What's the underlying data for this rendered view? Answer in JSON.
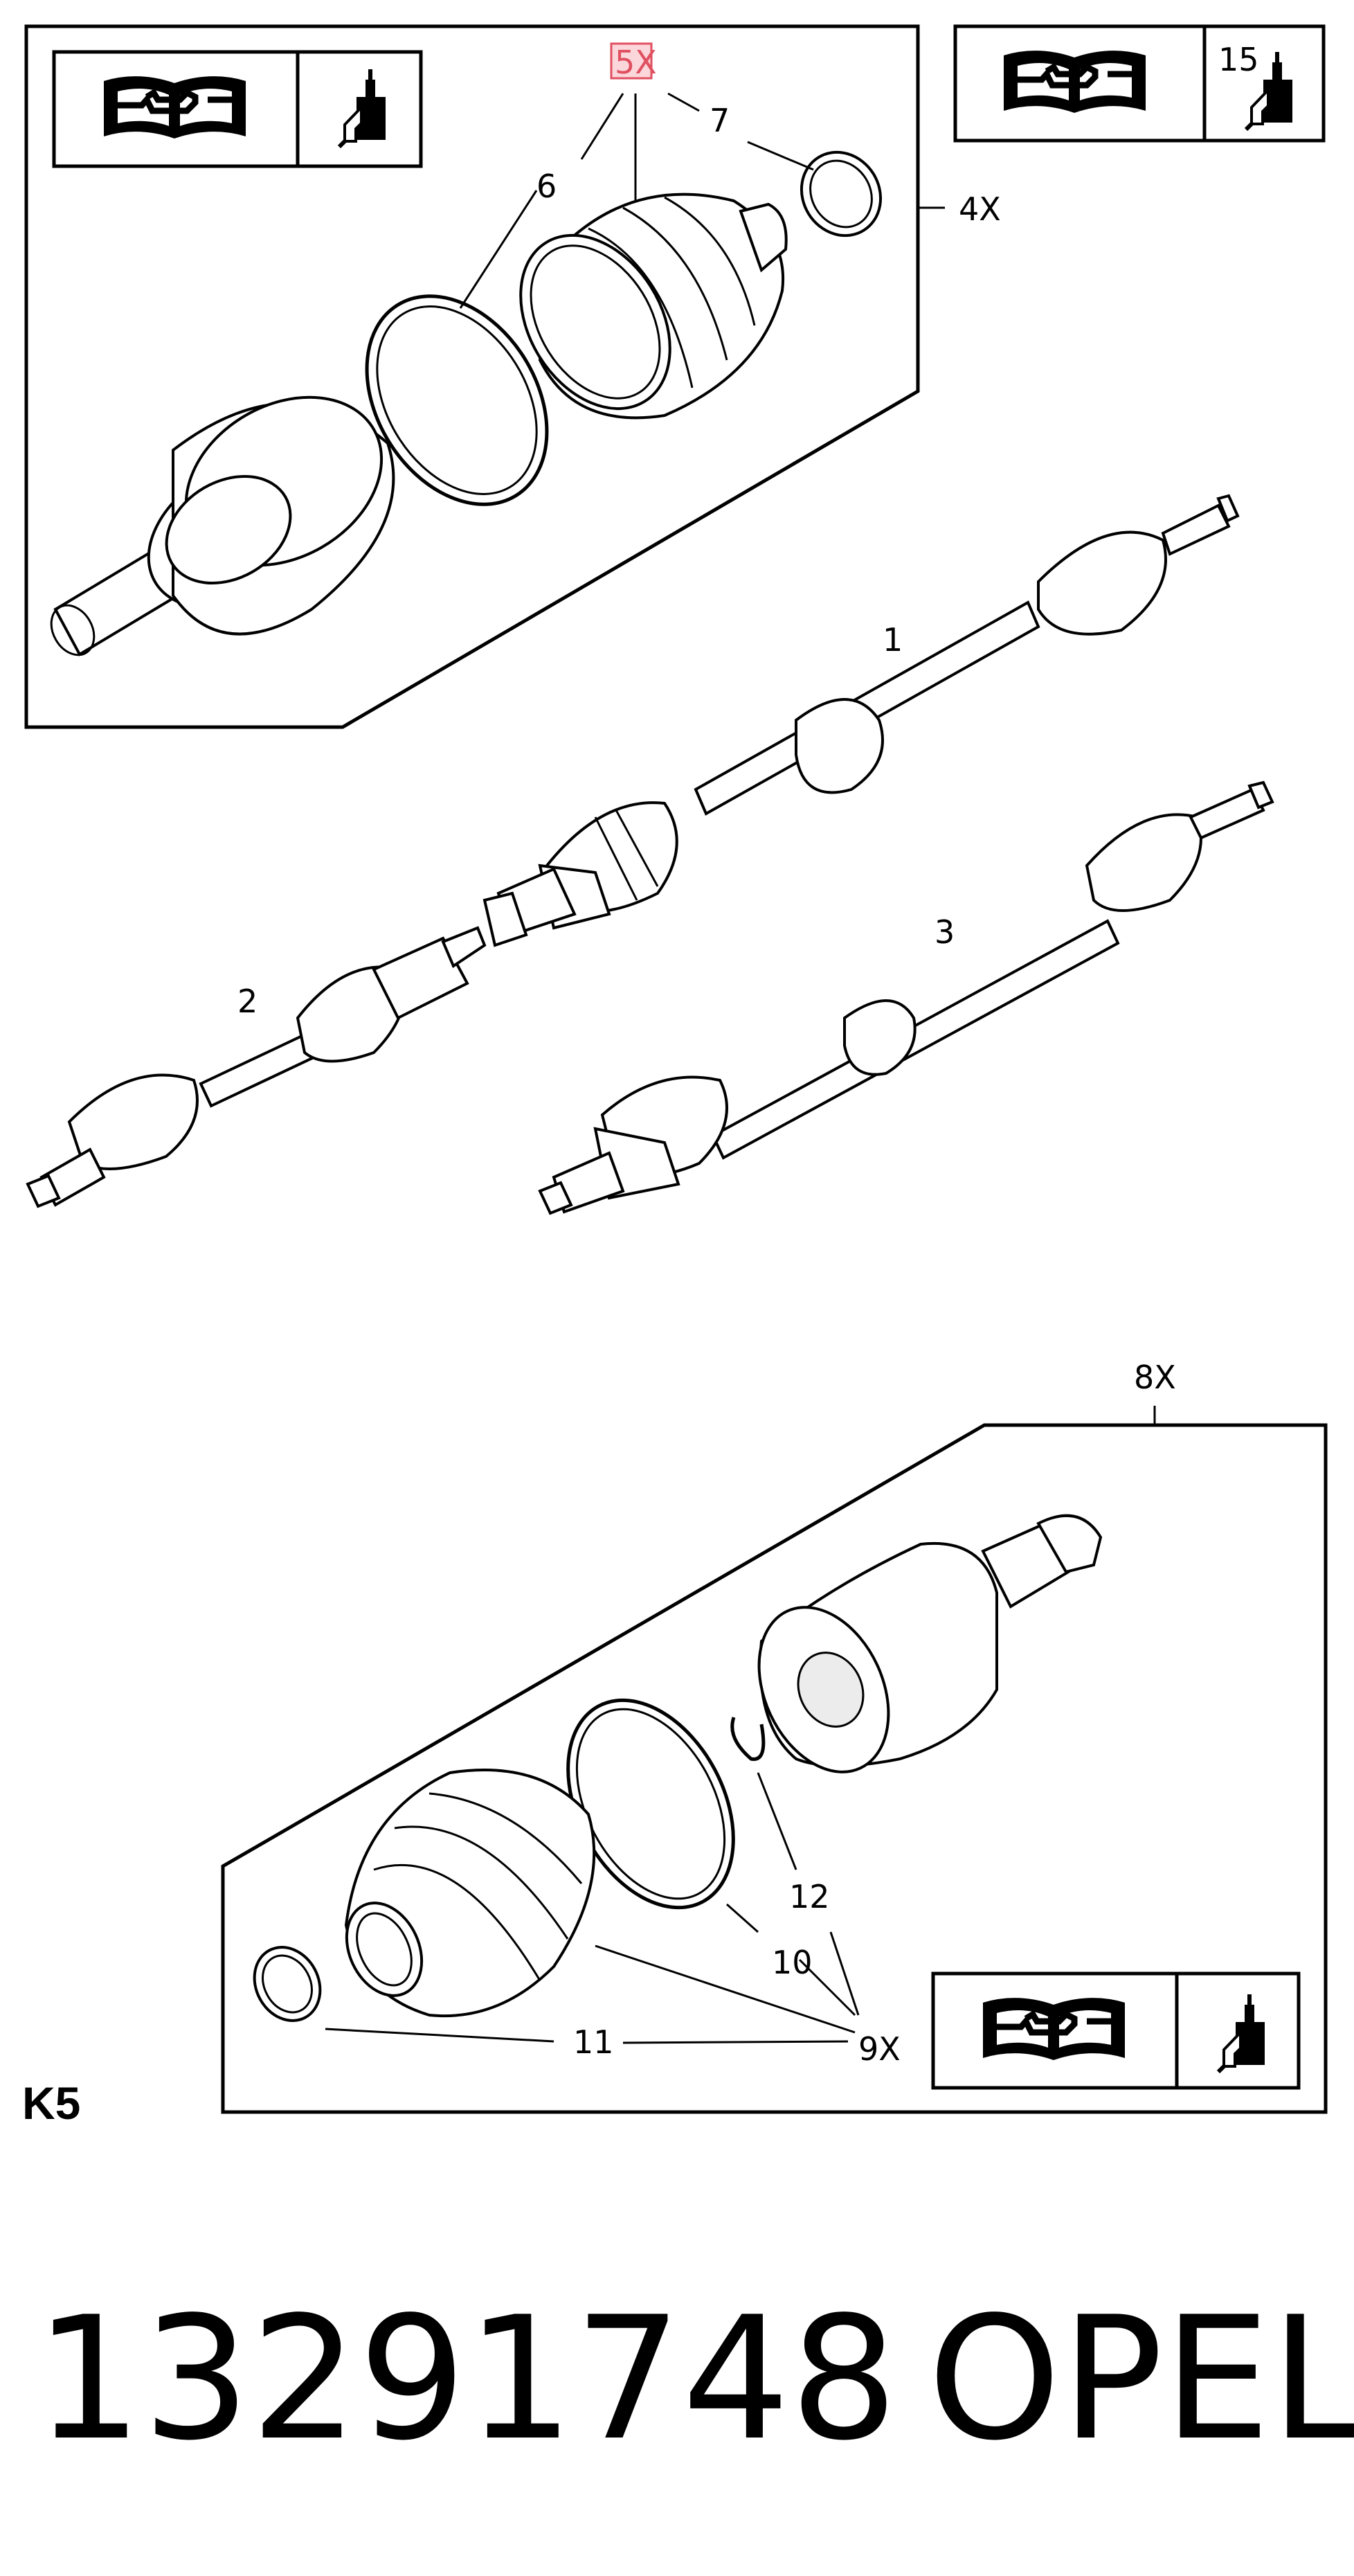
{
  "colors": {
    "highlight": "#e05060",
    "highlight_fill": "#fbd7db",
    "ink": "#000000",
    "background": "#ffffff"
  },
  "icons": [
    "manual-book-wrench-icon",
    "grease-tube-icon"
  ],
  "callouts": {
    "c1": "1",
    "c2": "2",
    "c3": "3",
    "c4x": "4X",
    "c5x": "5X",
    "c6": "6",
    "c7": "7",
    "c8x": "8X",
    "c9x": "9X",
    "c10": "10",
    "c11": "11",
    "c12": "12",
    "c15": "15"
  },
  "corner_label": "K5",
  "part_number": "13291748",
  "brand": "OPEL"
}
